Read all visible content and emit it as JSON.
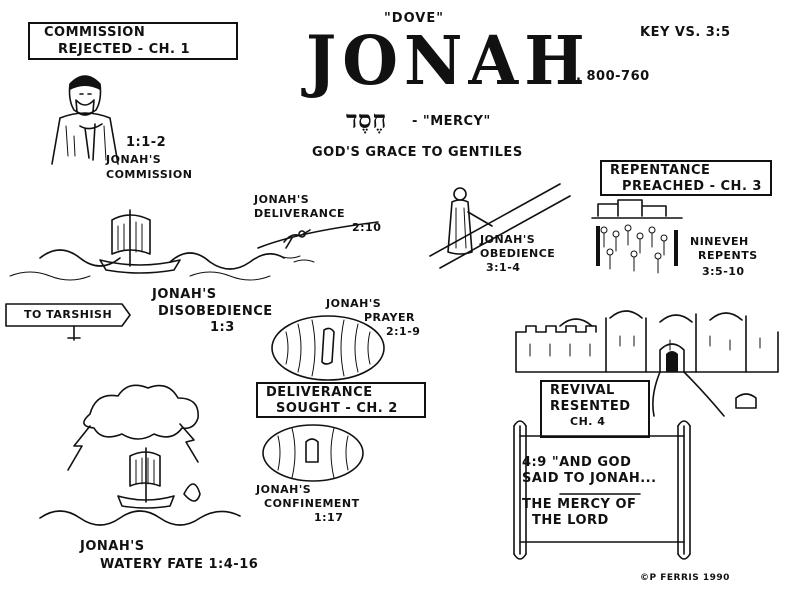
{
  "header": {
    "subtitle_top": "\"Dove\"",
    "title": "JONAH",
    "date": "c. 800-760",
    "key_verse": "KEY VS.  3:5",
    "hebrew": "חֶסֶד",
    "hebrew_meaning": "- \"MERCY\"",
    "theme": "GOD'S GRACE TO GENTILES"
  },
  "sections": {
    "ch1": {
      "line1": "COMMISSION",
      "line2": "REJECTED - CH. 1"
    },
    "ch2": {
      "line1": "DELIVERANCE",
      "line2": "SOUGHT - CH. 2"
    },
    "ch3": {
      "line1": "REPENTANCE",
      "line2": "PREACHED - CH. 3"
    },
    "ch4": {
      "line1": "REVIVAL",
      "line2": "RESENTED",
      "line3": "CH. 4"
    }
  },
  "labels": {
    "commission_ref": "1:1-2",
    "commission_line1": "JONAH'S",
    "commission_line2": "COMMISSION",
    "deliverance_line1": "JONAH'S",
    "deliverance_line2": "DELIVERANCE",
    "deliverance_ref": "2:10",
    "obedience_line1": "JONAH'S",
    "obedience_line2": "OBEDIENCE",
    "obedience_ref": "3:1-4",
    "nineveh_line1": "NINEVEH",
    "nineveh_line2": "REPENTS",
    "nineveh_ref": "3:5-10",
    "sign": "TO TARSHISH",
    "disobedience_line1": "JONAH'S",
    "disobedience_line2": "DISOBEDIENCE",
    "disobedience_ref": "1:3",
    "prayer_line1": "JONAH'S",
    "prayer_line2": "PRAYER",
    "prayer_ref": "2:1-9",
    "confinement_line1": "JONAH'S",
    "confinement_line2": "CONFINEMENT",
    "confinement_ref": "1:17",
    "watery_line1": "JONAH'S",
    "watery_line2": "WATERY FATE  1:4-16"
  },
  "scroll": {
    "line1": "4:9 \"AND GOD",
    "line2": "SAID TO JONAH...",
    "line3": "THE MERCY OF",
    "line4": "THE LORD"
  },
  "copyright": "©P FERRIS 1990"
}
